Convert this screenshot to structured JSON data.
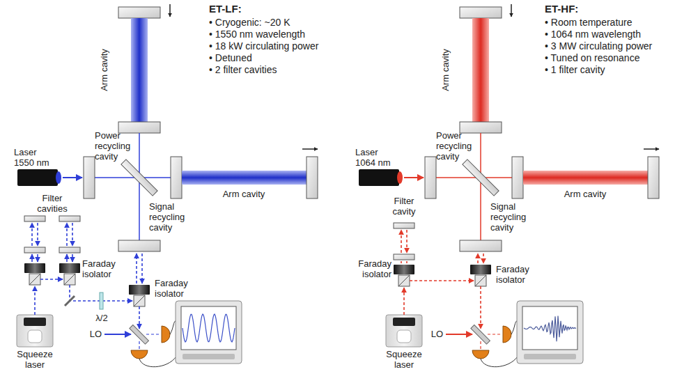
{
  "diagram": {
    "nodes": [
      {
        "text": [
          "Laser 1550 nm"
        ]
      },
      {
        "text": [
          "Squeeze laser"
        ]
      },
      {
        "text": [
          "Laser 1064 nm"
        ]
      },
      {
        "text": [
          "Squeeze laser"
        ]
      }
    ],
    "labels": [
      "ET-LF:",
      "• Cryogenic: ~20 K",
      "• 1550 nm wavelength",
      "• 18 kW circulating power",
      "• Detuned",
      "• 2 filter cavities",
      "Arm cavity",
      "Power recycling cavity",
      "Arm cavity",
      "Signal recycling cavity",
      "Filter cavities",
      "Faraday isolator",
      "Faraday isolator",
      "λ/2",
      "LO",
      "ET-HF:",
      "• Room temperature",
      "• 1064 nm wavelength",
      "• 3 MW circulating power",
      "• Tuned on resonance",
      "• 1 filter cavity",
      "Arm cavity",
      "Power recycling cavity",
      "Arm cavity",
      "Filter cavity",
      "Signal recycling cavity",
      "Faraday isolator",
      "Faraday isolator",
      "LO"
    ]
  }
}
